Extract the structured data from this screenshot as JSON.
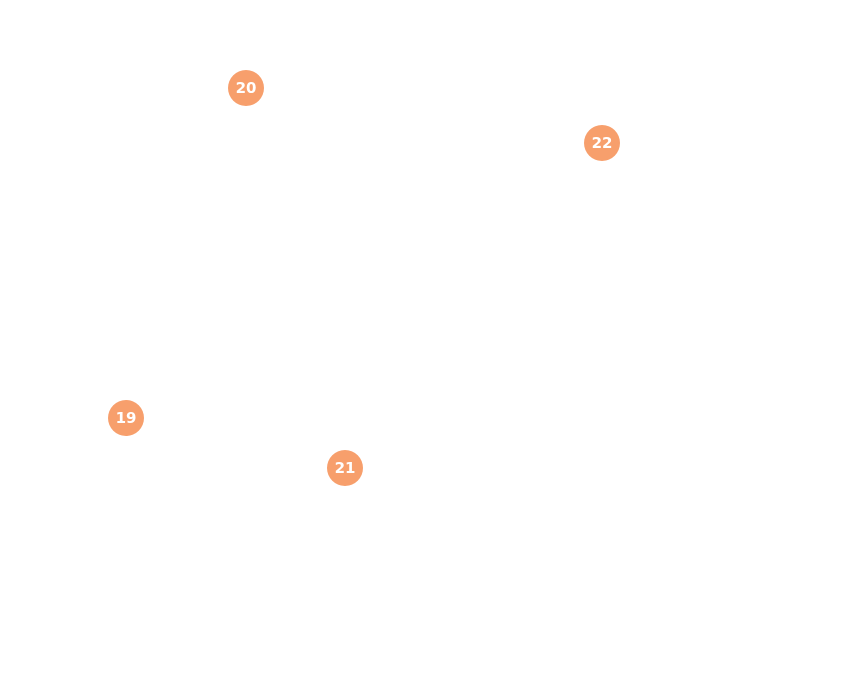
{
  "theme": {
    "background": "#ffffff",
    "marker_color": "#f79f6c",
    "marker_text_color": "#ffffff"
  },
  "markers": [
    {
      "label": "20"
    },
    {
      "label": "22"
    },
    {
      "label": "19"
    },
    {
      "label": "21"
    }
  ]
}
